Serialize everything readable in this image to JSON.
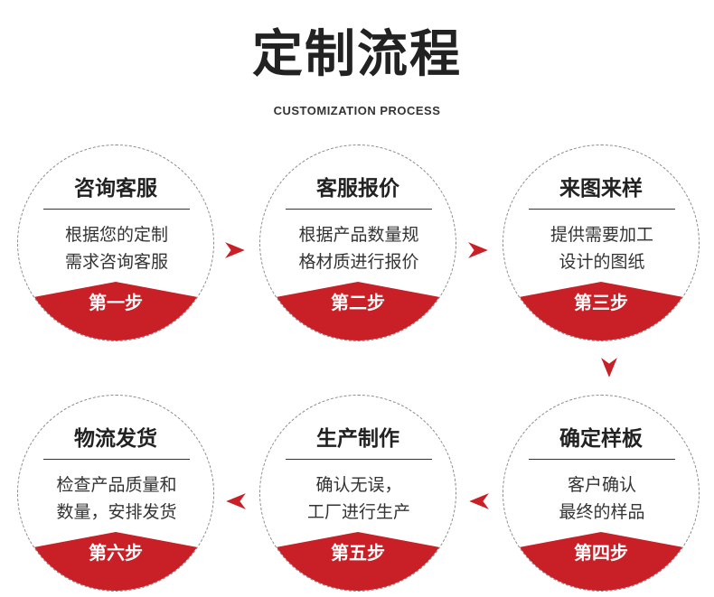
{
  "header": {
    "title": "定制流程",
    "subtitle": "CUSTOMIZATION PROCESS"
  },
  "colors": {
    "accent": "#c91f26",
    "text": "#222222",
    "border": "#8a8a8a"
  },
  "steps": [
    {
      "title": "咨询客服",
      "desc": [
        "根据您的定制",
        "需求咨询客服"
      ],
      "label": "第一步"
    },
    {
      "title": "客服报价",
      "desc": [
        "根据产品数量规",
        "格材质进行报价"
      ],
      "label": "第二步"
    },
    {
      "title": "来图来样",
      "desc": [
        "提供需要加工",
        "设计的图纸"
      ],
      "label": "第三步"
    },
    {
      "title": "确定样板",
      "desc": [
        "客户确认",
        "最终的样品"
      ],
      "label": "第四步"
    },
    {
      "title": "生产制作",
      "desc": [
        "确认无误，",
        "工厂进行生产"
      ],
      "label": "第五步"
    },
    {
      "title": "物流发货",
      "desc": [
        "检查产品质量和",
        "数量，安排发货"
      ],
      "label": "第六步"
    }
  ],
  "icons": [
    "arrow-right-icon",
    "arrow-left-icon",
    "arrow-down-icon"
  ]
}
